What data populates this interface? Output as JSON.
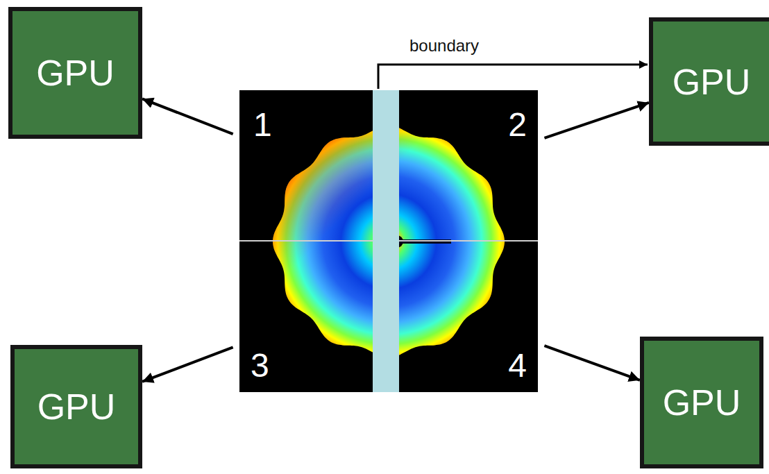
{
  "diagram": {
    "nodes": [
      {
        "text": [
          "GPU"
        ]
      },
      {
        "text": [
          "GPU"
        ]
      },
      {
        "text": [
          "1"
        ]
      },
      {
        "text": [
          "2"
        ]
      },
      {
        "text": [
          "3"
        ]
      },
      {
        "text": [
          "4"
        ]
      },
      {
        "text": [
          "GPU"
        ]
      },
      {
        "text": [
          "GPU"
        ]
      }
    ],
    "edges": [
      {
        "from": 2,
        "to": 0,
        "arrow": "to"
      },
      {
        "from": 3,
        "to": 1,
        "arrow": "to"
      },
      {
        "from": 4,
        "to": 6,
        "arrow": "to"
      },
      {
        "from": 5,
        "to": 7,
        "arrow": "to"
      }
    ],
    "labels": [
      "boundary"
    ]
  }
}
